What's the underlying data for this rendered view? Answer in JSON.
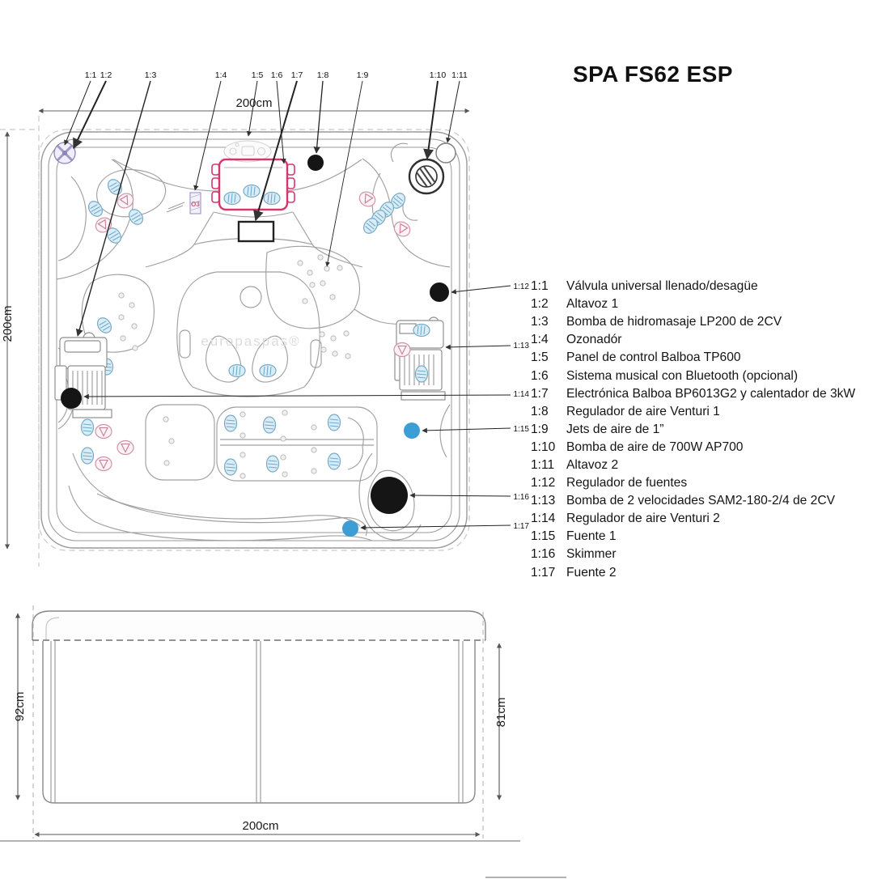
{
  "title": "SPA FS62 ESP",
  "top_view": {
    "width_label": "200cm",
    "height_label": "200cm",
    "watermark": "europaspas®",
    "ozonator_label": "O3",
    "callouts_top": [
      "1:1",
      "1:2",
      "1:3",
      "1:4",
      "1:5",
      "1:6",
      "1:7",
      "1:8",
      "1:9",
      "1:10",
      "1:11"
    ],
    "callouts_right": [
      "1:12",
      "1:13",
      "1:14",
      "1:15",
      "1:16",
      "1:17"
    ]
  },
  "side_view": {
    "height_left_label": "92cm",
    "height_right_label": "81cm",
    "width_label": "200cm"
  },
  "legend": {
    "items": [
      {
        "num": "1:1",
        "desc": "Válvula universal llenado/desagüe"
      },
      {
        "num": "1:2",
        "desc": "Altavoz 1"
      },
      {
        "num": "1:3",
        "desc": "Bomba de hidromasaje LP200 de 2CV"
      },
      {
        "num": "1:4",
        "desc": "Ozonadór"
      },
      {
        "num": "1:5",
        "desc": "Panel de control Balboa TP600"
      },
      {
        "num": "1:6",
        "desc": "Sistema musical con Bluetooth (opcional)"
      },
      {
        "num": "1:7",
        "desc": "Electrónica Balboa BP6013G2 y calentador de 3kW"
      },
      {
        "num": "1:8",
        "desc": "Regulador de aire Venturi 1"
      },
      {
        "num": "1:9",
        "desc": "Jets de aire de 1”"
      },
      {
        "num": "1:10",
        "desc": "Bomba de aire de 700W AP700"
      },
      {
        "num": "1:11",
        "desc": "Altavoz 2"
      },
      {
        "num": "1:12",
        "desc": "Regulador de fuentes"
      },
      {
        "num": "1:13",
        "desc": "Bomba de 2 velocidades SAM2-180-2/4 de 2CV"
      },
      {
        "num": "1:14",
        "desc": "Regulador de aire Venturi 2"
      },
      {
        "num": "1:15",
        "desc": "Fuente 1"
      },
      {
        "num": "1:16",
        "desc": "Skimmer"
      },
      {
        "num": "1:17",
        "desc": "Fuente 2"
      }
    ]
  },
  "colors": {
    "panel_pink": "#d6366f",
    "fountain_blue": "#3d9ed6",
    "valve_purple": "#8b84bd",
    "equipment_black": "#151515",
    "line_gray": "#9a9a9a"
  }
}
